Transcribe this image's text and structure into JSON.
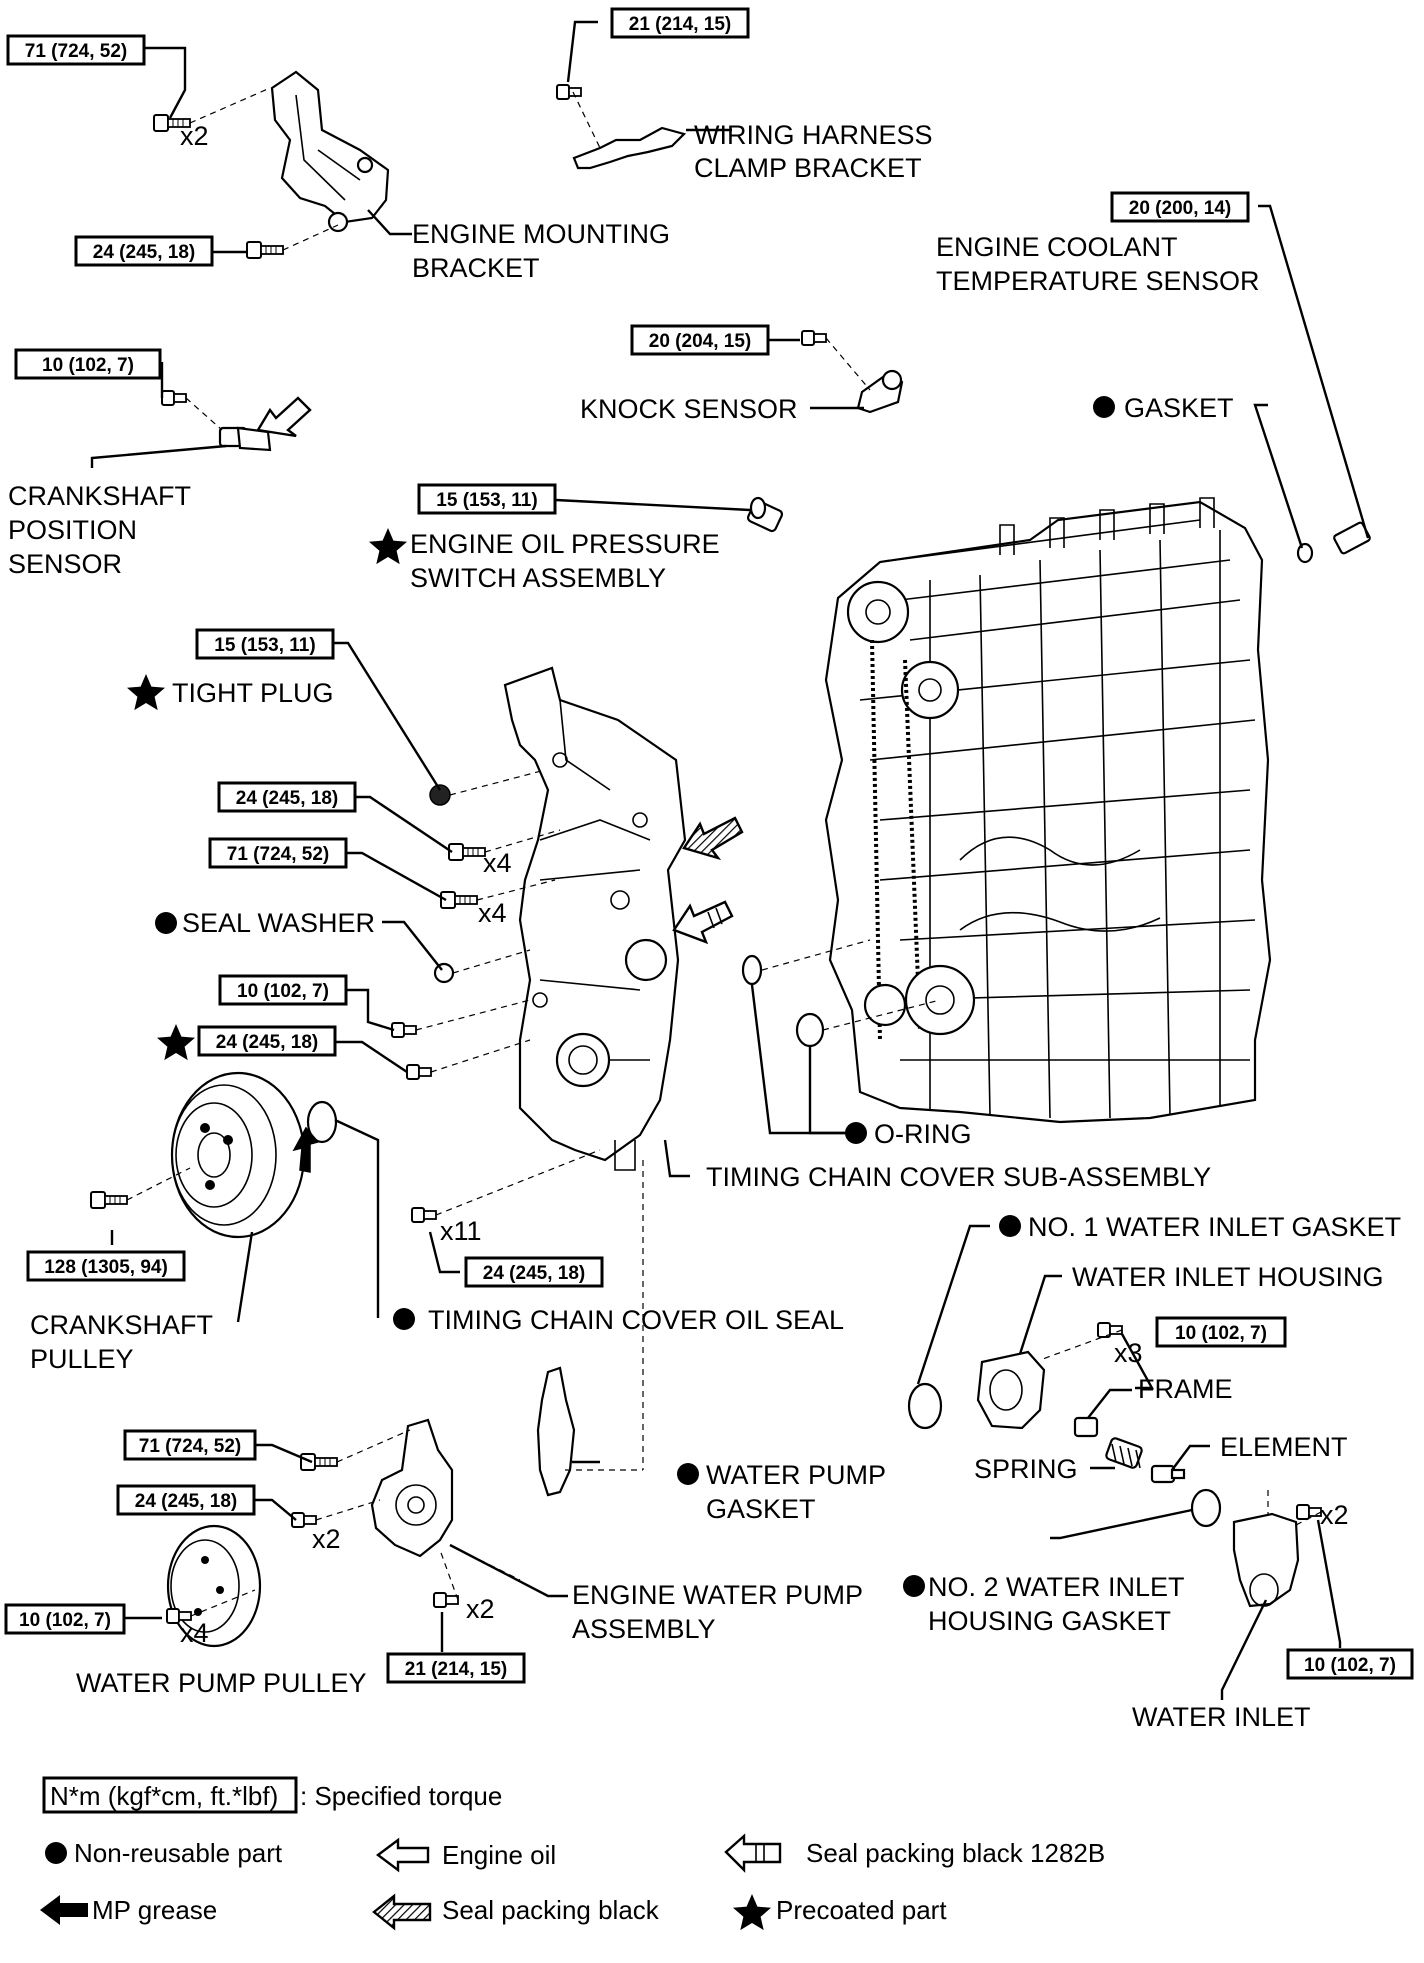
{
  "labels": {
    "wiring_harness": [
      "WIRING HARNESS",
      "CLAMP BRACKET"
    ],
    "engine_mounting": [
      "ENGINE MOUNTING",
      "BRACKET"
    ],
    "coolant_temp_sensor": [
      "ENGINE COOLANT",
      "TEMPERATURE SENSOR"
    ],
    "knock_sensor": "KNOCK SENSOR",
    "gasket": "GASKET",
    "crankshaft_position_sensor": [
      "CRANKSHAFT",
      "POSITION",
      "SENSOR"
    ],
    "oil_pressure_switch": [
      "ENGINE OIL PRESSURE",
      "SWITCH ASSEMBLY"
    ],
    "tight_plug": "TIGHT PLUG",
    "seal_washer": "SEAL WASHER",
    "o_ring": "O-RING",
    "timing_chain_cover": "TIMING CHAIN COVER SUB-ASSEMBLY",
    "no1_water_inlet_gasket": "NO. 1 WATER INLET GASKET",
    "water_inlet_housing": "WATER INLET HOUSING",
    "crankshaft_pulley": [
      "CRANKSHAFT",
      "PULLEY"
    ],
    "timing_chain_oil_seal": "TIMING CHAIN COVER OIL SEAL",
    "frame": "FRAME",
    "element": "ELEMENT",
    "spring": "SPRING",
    "water_pump_gasket": [
      "WATER PUMP",
      "GASKET"
    ],
    "no2_water_inlet_housing_gasket": [
      "NO. 2 WATER INLET",
      "HOUSING GASKET"
    ],
    "engine_water_pump": [
      "ENGINE WATER PUMP",
      "ASSEMBLY"
    ],
    "water_pump_pulley": "WATER PUMP PULLEY",
    "water_inlet": "WATER INLET"
  },
  "torques": {
    "t_71_a": "71 (724, 52)",
    "t_21_a": "21 (214, 15)",
    "t_24_a": "24 (245, 18)",
    "t_20_200": "20 (200, 14)",
    "t_20_204": "20 (204, 15)",
    "t_10_a": "10 (102, 7)",
    "t_15_a": "15 (153, 11)",
    "t_15_b": "15 (153, 11)",
    "t_24_b": "24 (245, 18)",
    "t_71_b": "71 (724, 52)",
    "t_10_b": "10 (102, 7)",
    "t_24_c": "24 (245, 18)",
    "t_128": "128 (1305, 94)",
    "t_24_d": "24 (245, 18)",
    "t_10_c": "10 (102, 7)",
    "t_71_c": "71 (724, 52)",
    "t_24_e": "24 (245, 18)",
    "t_10_d": "10 (102, 7)",
    "t_21_b": "21 (214, 15)",
    "t_10_e": "10 (102, 7)"
  },
  "quantities": {
    "q_x2_a": "x2",
    "q_x4_a": "x4",
    "q_x4_b": "x4",
    "q_x11": "x11",
    "q_x3": "x3",
    "q_x2_b": "x2",
    "q_x2_c": "x2",
    "q_x4_c": "x4",
    "q_x2_d": "x2"
  },
  "legend": {
    "torque_box": "N*m (kgf*cm, ft.*lbf)",
    "torque_desc": ": Specified torque",
    "non_reusable": "Non-reusable part",
    "engine_oil": "Engine oil",
    "seal_packing_1282b": "Seal packing black 1282B",
    "mp_grease": "MP grease",
    "seal_packing_black": "Seal packing black",
    "precoated": "Precoated part"
  }
}
